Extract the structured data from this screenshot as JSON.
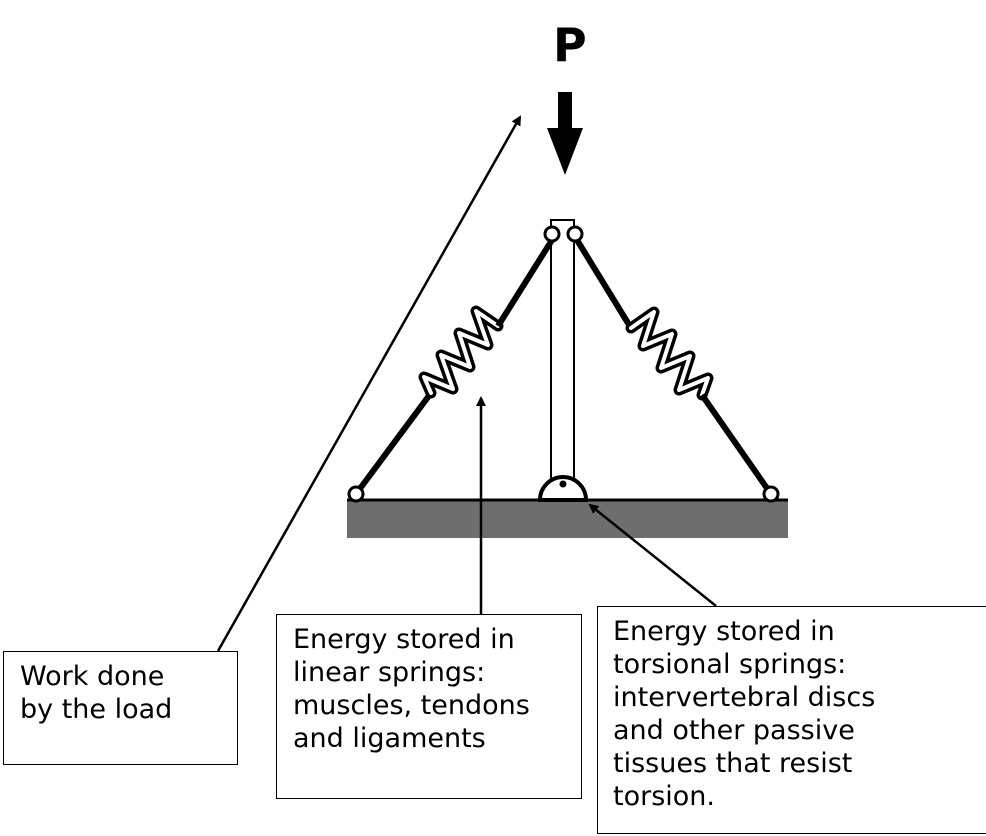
{
  "diagram": {
    "load_label": "P",
    "labels": {
      "work": "Work done\nby the load",
      "linear": "Energy stored in\nlinear springs:\nmuscles, tendons\nand ligaments",
      "torsional": "Energy stored in\ntorsional springs:\nintervertebral discs\nand other passive\ntissues that resist\ntorsion."
    },
    "colors": {
      "ink": "#000000",
      "base": "#6e6e6e",
      "paper": "#ffffff"
    }
  }
}
